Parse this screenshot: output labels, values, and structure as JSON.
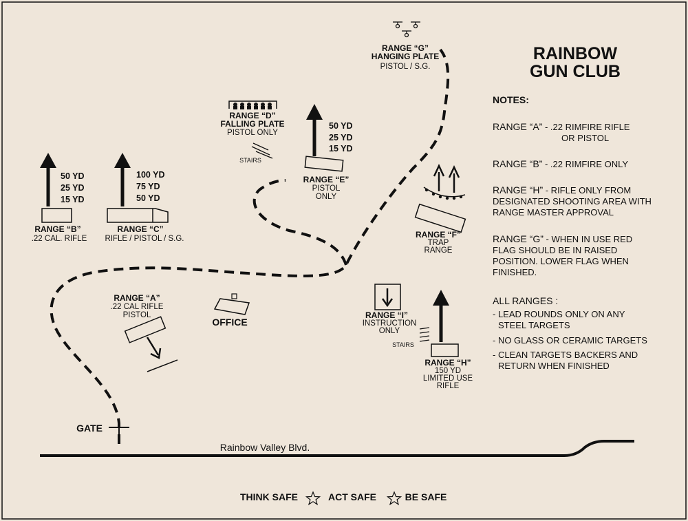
{
  "title": [
    "RAINBOW",
    "GUN CLUB"
  ],
  "ranges": {
    "a": {
      "name": "RANGE “A”",
      "lines": [
        ".22 CAL RIFLE",
        "PISTOL"
      ]
    },
    "b": {
      "name": "RANGE “B”",
      "lines": [
        ".22 CAL. RIFLE"
      ],
      "distances": [
        "50 YD",
        "25 YD",
        "15 YD"
      ]
    },
    "c": {
      "name": "RANGE “C”",
      "lines": [
        "RIFLE / PISTOL / S.G."
      ],
      "distances": [
        "100 YD",
        "75 YD",
        "50 YD"
      ]
    },
    "d": {
      "name": "RANGE “D”",
      "lines": [
        "FALLING PLATE",
        "PISTOL ONLY"
      ]
    },
    "e": {
      "name": "RANGE “E”",
      "lines": [
        "PISTOL",
        "ONLY"
      ],
      "distances": [
        "50 YD",
        "25 YD",
        "15 YD"
      ]
    },
    "f": {
      "name": "RANGE “F”",
      "lines": [
        "TRAP",
        "RANGE"
      ]
    },
    "g": {
      "name": "RANGE “G”",
      "lines": [
        "HANGING PLATE",
        "PISTOL / S.G."
      ]
    },
    "h": {
      "name": "RANGE “H”",
      "lines": [
        "150 YD",
        "LIMITED USE",
        "RIFLE"
      ]
    },
    "i": {
      "name": "RANGE “I”",
      "lines": [
        "INSTRUCTION",
        "ONLY"
      ]
    }
  },
  "places": {
    "office": "OFFICE",
    "gate": "GATE",
    "stairs": "STAIRS",
    "road": "Rainbow Valley Blvd."
  },
  "notes": {
    "heading": "NOTES:",
    "items": [
      {
        "label": "RANGE “A”",
        "lines": [
          " - .22 RIMFIRE RIFLE",
          "OR PISTOL"
        ]
      },
      {
        "label": "RANGE “B”",
        "lines": [
          " - .22 RIMFIRE ONLY"
        ]
      },
      {
        "label": "RANGE “H”",
        "lines": [
          " - RIFLE ONLY FROM",
          "DESIGNATED SHOOTING AREA WITH",
          "RANGE MASTER APPROVAL"
        ]
      },
      {
        "label": "RANGE “G”",
        "lines": [
          " - WHEN IN USE RED",
          "FLAG SHOULD BE IN RAISED",
          "POSITION. LOWER FLAG WHEN",
          "FINISHED."
        ]
      }
    ],
    "all_heading": "ALL RANGES :",
    "all_items": [
      [
        "- LEAD ROUNDS ONLY ON ANY",
        "STEEL TARGETS"
      ],
      [
        "- NO GLASS OR CERAMIC TARGETS"
      ],
      [
        "- CLEAN TARGETS BACKERS AND",
        "RETURN WHEN FINISHED"
      ]
    ]
  },
  "footer": {
    "think": "THINK SAFE",
    "act": "ACT SAFE",
    "be": "BE SAFE"
  },
  "colors": {
    "background": "#efe6da",
    "ink": "#111111"
  }
}
